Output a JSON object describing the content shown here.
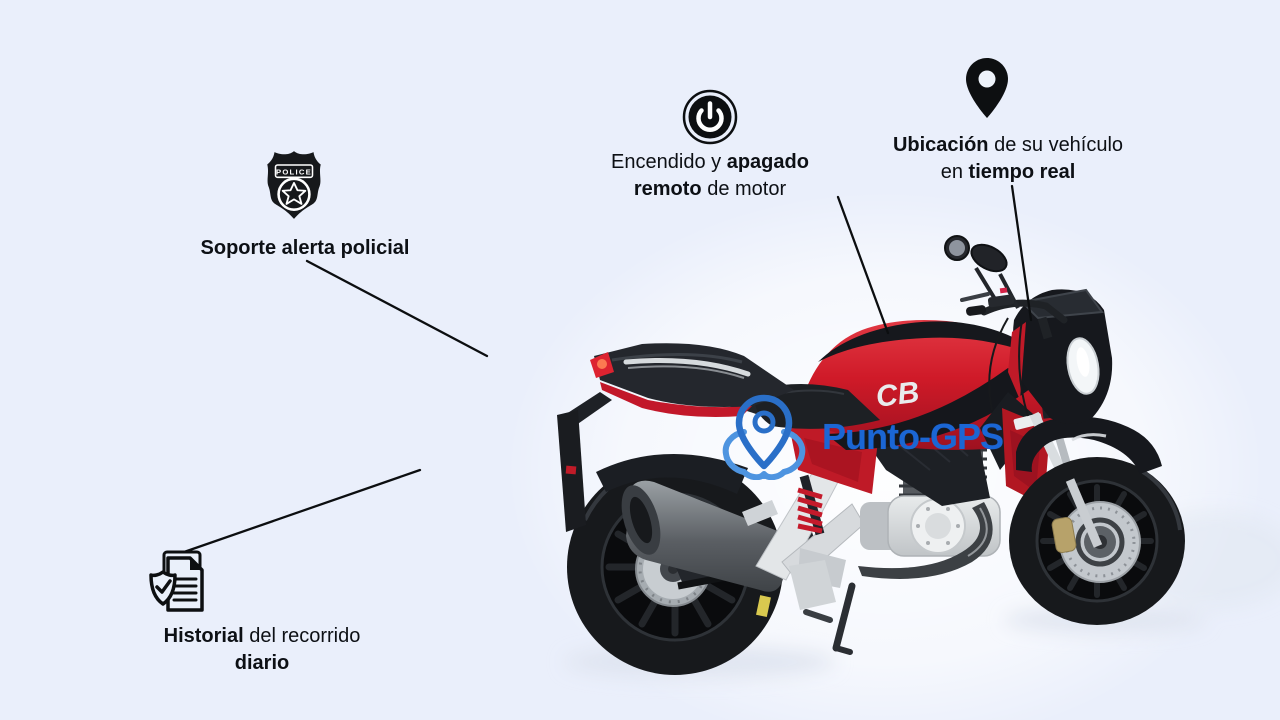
{
  "colors": {
    "background": "#eaeffb",
    "text": "#0d1015",
    "connector_line": "#0c0e10",
    "brand_red": "#d01a28",
    "logo_text_blue": "#1b66d4",
    "logo_pin_blue": "#2a6fc8",
    "logo_arc_blue": "#4e94e0"
  },
  "logo": {
    "text": "Punto-GPS",
    "icon": "logo-pin-icon"
  },
  "features": {
    "police": {
      "icon": "police-badge-icon",
      "badge_label": "POLICE",
      "l1b": "Soporte alerta policial"
    },
    "power": {
      "icon": "power-icon",
      "l1r": "Encendido y ",
      "l1b": "apagado",
      "l2b": "remoto",
      "l2r": " de motor"
    },
    "location": {
      "icon": "location-pin-icon",
      "l1b": "Ubicación",
      "l1r": " de su vehículo",
      "l2r": "en ",
      "l2b": "tiempo real"
    },
    "history": {
      "icon": "history-document-icon",
      "l1b": "Historial",
      "l1r": " del recorrido",
      "l2b": "diario"
    }
  },
  "motorcycle": {
    "tank_mark": "CB"
  }
}
